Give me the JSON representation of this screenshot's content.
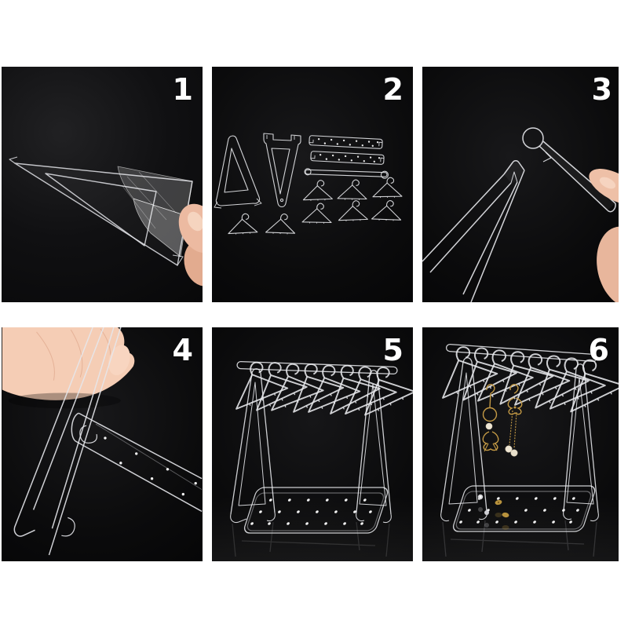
{
  "steps": [
    {
      "label": "1",
      "shows": "acrylic-side-panel-peeling-film"
    },
    {
      "label": "2",
      "shows": "all-parts-flat-lay"
    },
    {
      "label": "3",
      "shows": "rod-inserted-into-side-panel"
    },
    {
      "label": "4",
      "shows": "hole-bar-attached-to-side-panel"
    },
    {
      "label": "5",
      "shows": "assembled-hanger-stand"
    },
    {
      "label": "6",
      "shows": "stand-displaying-earrings"
    }
  ],
  "parts": {
    "side_panels": 2,
    "hole_bars": 2,
    "hanging_rod": 1,
    "mini_hangers": 8
  },
  "colors": {
    "page_background": "#ffffff",
    "panel_background": "#0a0a0b",
    "step_number": "#ffffff",
    "acrylic_outline": "#e7e8ec",
    "protective_film": "#ffffff",
    "skin": "#eec0a7",
    "gold_earring": "#c49a45",
    "pearl": "#eee6d4",
    "silver_stud": "#d6d6da"
  }
}
